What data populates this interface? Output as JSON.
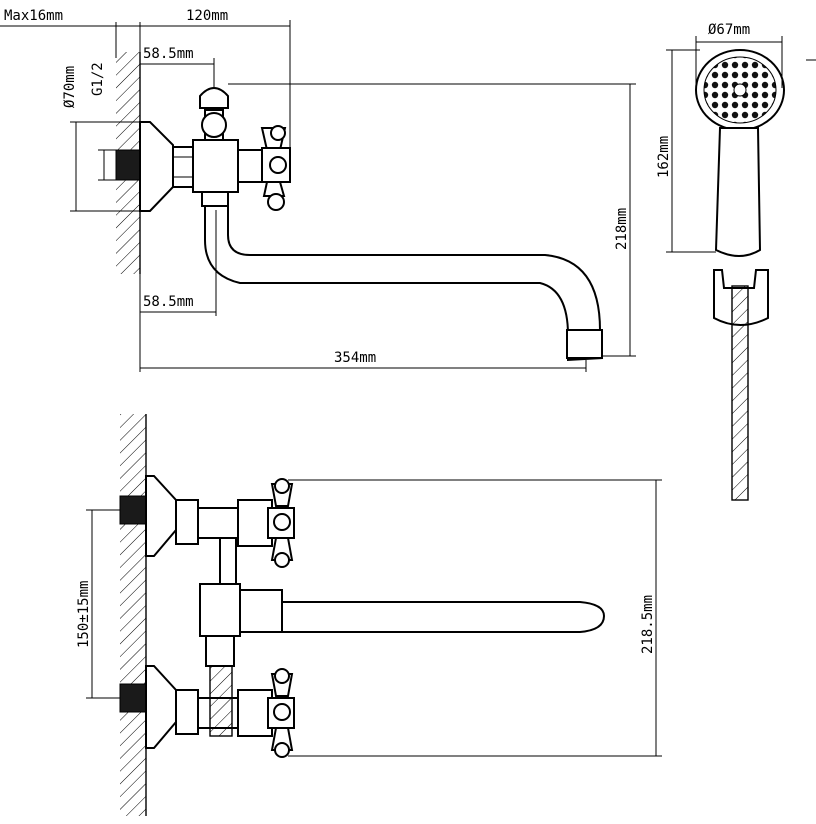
{
  "diagram": {
    "top_view": {
      "max_thread": "Max16mm",
      "width_top": "120mm",
      "offset_top": "58.5mm",
      "flange_dia": "Ø70mm",
      "thread": "G1/2",
      "height": "218mm",
      "offset_bottom": "58.5mm",
      "spout_length": "354mm"
    },
    "shower_head": {
      "head_dia": "Ø67mm",
      "handle_length": "162mm"
    },
    "side_view": {
      "center_distance": "150±15mm",
      "height": "218.5mm"
    }
  }
}
